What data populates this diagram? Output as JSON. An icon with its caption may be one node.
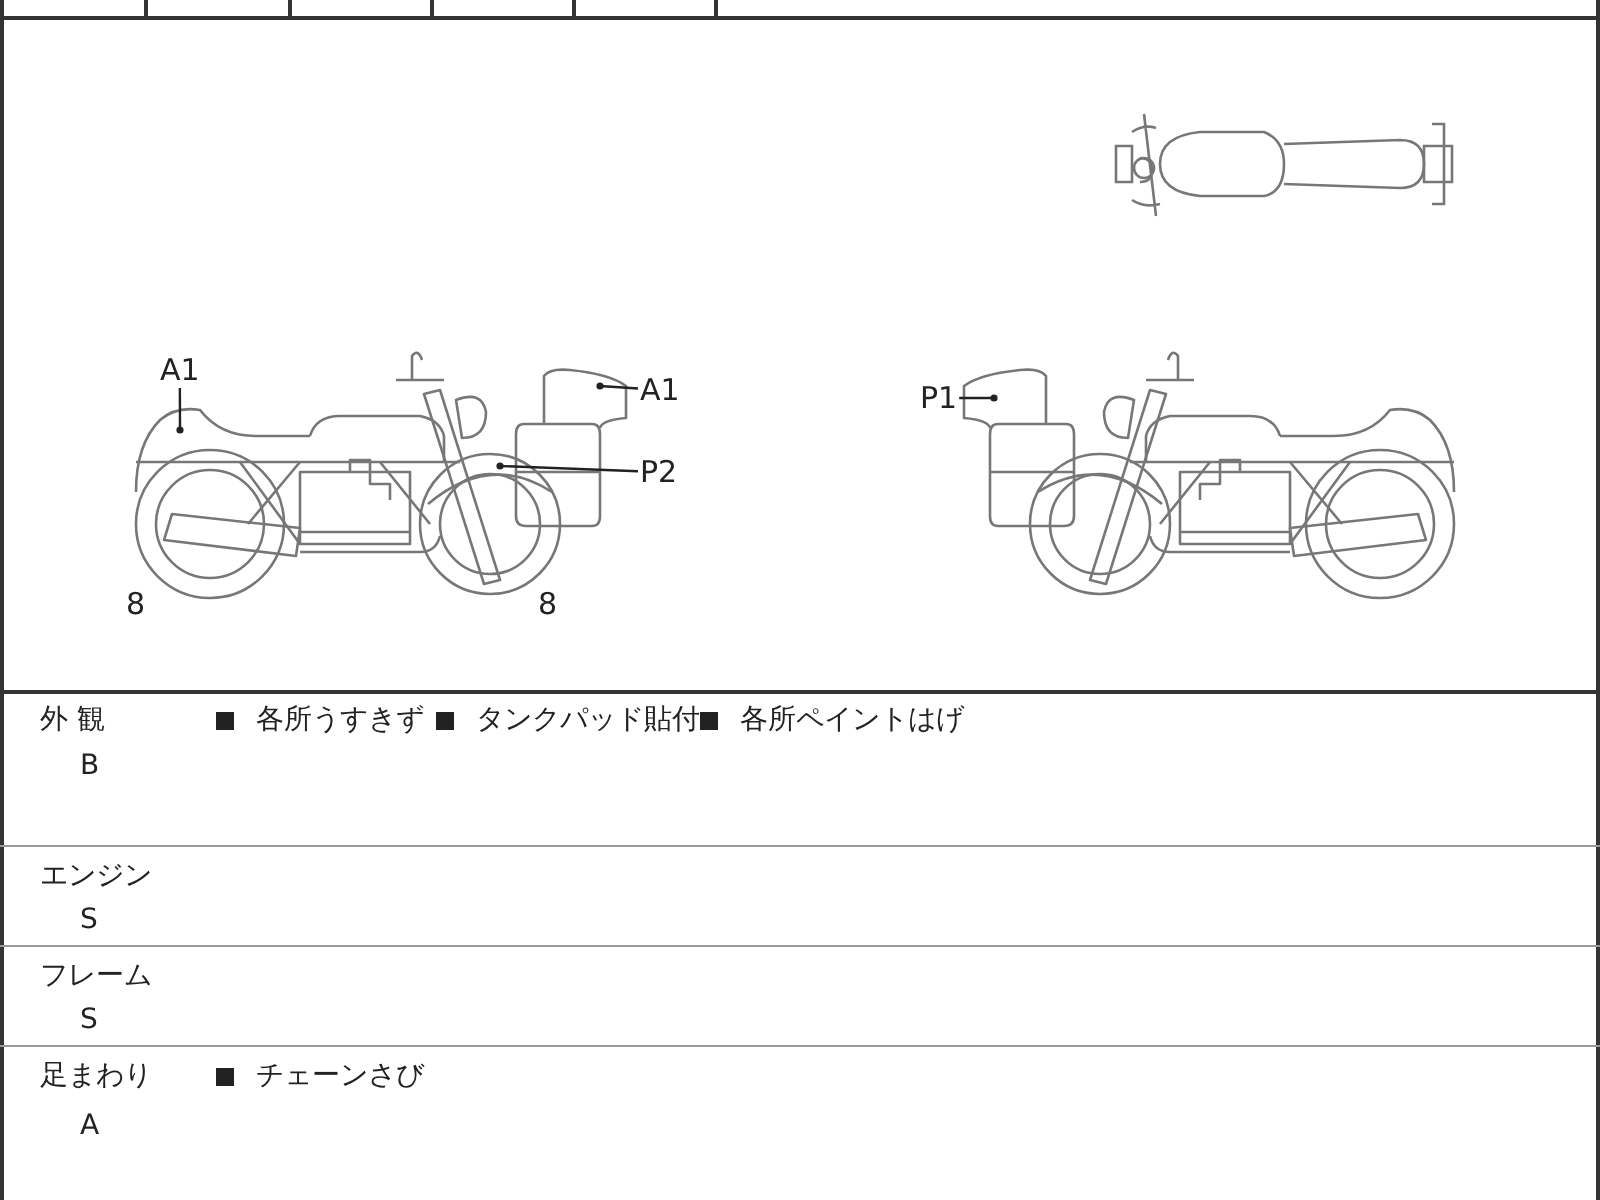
{
  "diagram": {
    "nodes": [
      {
        "text": [
          "A1"
        ]
      },
      {
        "text": [],
        "shape": "picture"
      },
      {
        "text": [
          "A1"
        ]
      },
      {
        "text": [],
        "shape": "picture"
      },
      {
        "text": [
          "P2"
        ]
      },
      {
        "text": [],
        "shape": "picture"
      },
      {
        "text": [
          "P1"
        ]
      },
      {
        "text": [],
        "shape": "picture"
      }
    ],
    "edges": [
      {
        "from": 0,
        "to": 1,
        "arrow": "other"
      },
      {
        "from": 2,
        "to": 3,
        "arrow": "other"
      },
      {
        "from": 4,
        "to": 5,
        "arrow": "other"
      },
      {
        "from": 6,
        "to": 7,
        "arrow": "other"
      }
    ],
    "labels": [
      "8",
      "8",
      "外 観",
      "各所うすきず",
      "タンクパッド貼付",
      "各所ペイントはげ",
      "B",
      "エンジン",
      "S",
      "フレーム",
      "S",
      "足まわり",
      "チェーンさび",
      "A"
    ]
  }
}
